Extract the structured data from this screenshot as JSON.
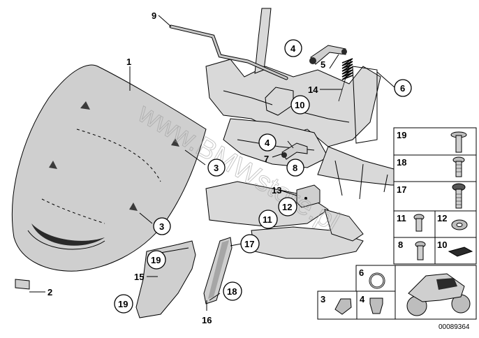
{
  "diagram": {
    "callouts": {
      "c1": "1",
      "c2": "2",
      "c3a": "3",
      "c3b": "3",
      "c4a": "4",
      "c4b": "4",
      "c5": "5",
      "c6": "6",
      "c7": "7",
      "c8": "8",
      "c9": "9",
      "c10": "10",
      "c11": "11",
      "c12": "12",
      "c13": "13",
      "c14": "14",
      "c15": "15",
      "c16": "16",
      "c17": "17",
      "c18": "18",
      "c19a": "19",
      "c19b": "19"
    },
    "grid": {
      "g19": "19",
      "g18": "18",
      "g17": "17",
      "g11": "11",
      "g12": "12",
      "g8": "8",
      "g10": "10",
      "g6": "6",
      "g3": "3",
      "g4": "4"
    },
    "watermark": "www.BMWstore.pl",
    "image_code": "00089364"
  }
}
